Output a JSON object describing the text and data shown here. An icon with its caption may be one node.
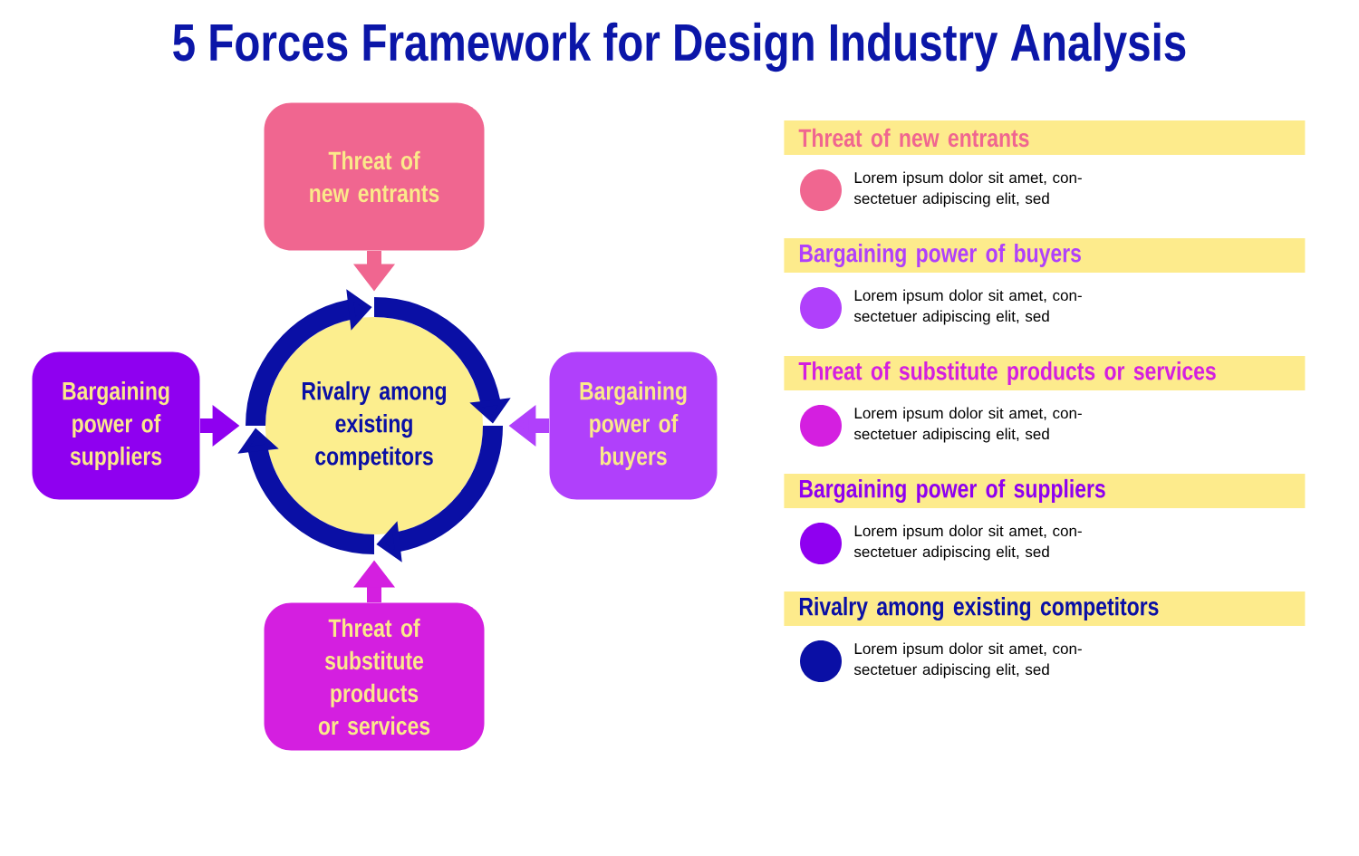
{
  "diagram": {
    "title": "5 Forces Framework for Design Industry Analysis",
    "nodes": [
      {
        "text": [
          "Threat of new entrants"
        ]
      },
      {
        "text": [
          "Bargaining power of suppliers"
        ]
      },
      {
        "text": [
          "Rivalry among existing competitors"
        ]
      },
      {
        "text": [
          "Bargaining power of buyers"
        ]
      },
      {
        "text": [
          "Threat of substitute products or services"
        ]
      },
      {
        "text": [
          "Threat of new entrants"
        ]
      },
      {
        "text": [
          "Bargaining power of buyers"
        ]
      },
      {
        "text": [
          "Threat of substitute products or services"
        ]
      },
      {
        "text": [
          "Bargaining power of suppliers"
        ]
      },
      {
        "text": [
          "Rivalry among existing competitors"
        ]
      }
    ],
    "edges": [
      {
        "from": 0,
        "to": 2,
        "arrow": "to",
        "color": "#f06690"
      },
      {
        "from": 1,
        "to": 2,
        "arrow": "to",
        "color": "#8f00f0"
      },
      {
        "from": 3,
        "to": 2,
        "arrow": "to",
        "color": "#b040fb"
      },
      {
        "from": 4,
        "to": 2,
        "arrow": "to",
        "color": "#d41fe0"
      }
    ],
    "legend": [
      {
        "text": "Lorem ipsum dolor sit amet, con- sectetuer adipiscing elit, sed",
        "color": "#f06690"
      },
      {
        "text": "Lorem ipsum dolor sit amet, con- sectetuer adipiscing elit, sed",
        "color": "#b040fb"
      },
      {
        "text": "Lorem ipsum dolor sit amet, con- sectetuer adipiscing elit, sed",
        "color": "#d41fe0"
      },
      {
        "text": "Lorem ipsum dolor sit amet, con- sectetuer adipiscing elit, sed",
        "color": "#8f00f0"
      },
      {
        "text": "Lorem ipsum dolor sit amet, con- sectetuer adipiscing elit, sed",
        "color": "#0a0fa5"
      }
    ]
  }
}
